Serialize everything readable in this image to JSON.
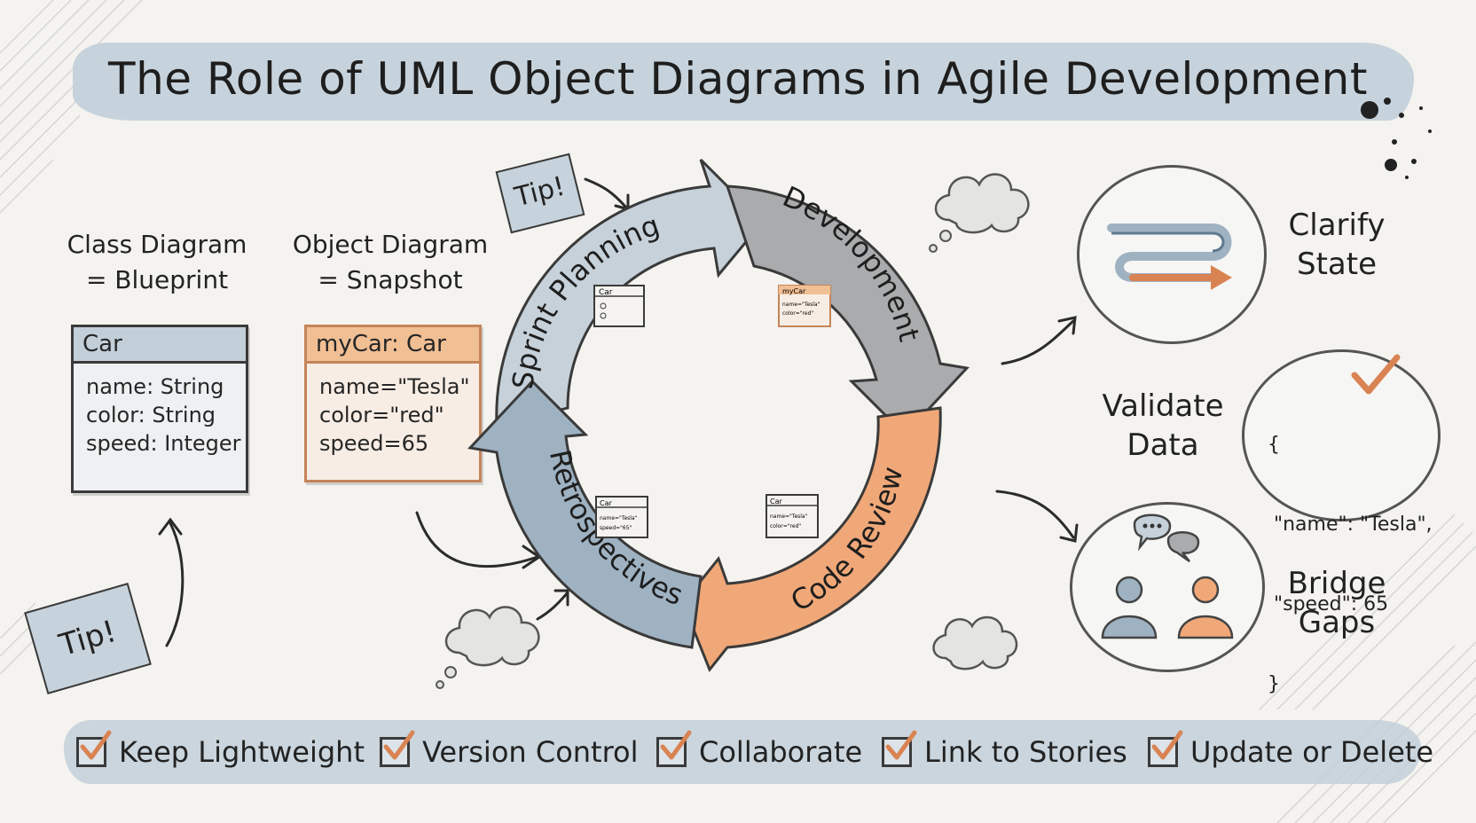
{
  "title": "The Role of UML Object Diagrams in Agile Development",
  "class_section": {
    "caption_line1": "Class Diagram",
    "caption_line2": "= Blueprint",
    "box_name": "Car",
    "attributes": [
      "name: String",
      "color: String",
      "speed: Integer"
    ]
  },
  "object_section": {
    "caption_line1": "Object Diagram",
    "caption_line2": "= Snapshot",
    "box_name": "myCar: Car",
    "attributes": [
      "name=\"Tesla\"",
      "color=\"red\"",
      "speed=65"
    ]
  },
  "tip_notes": [
    "Tip!",
    "Tip!"
  ],
  "cycle": {
    "stages": [
      "Sprint Planning",
      "Development",
      "Code Review",
      "Retrospectives"
    ],
    "mini_cards": {
      "planning": {
        "title": "Car"
      },
      "development": {
        "title": "myCar",
        "line1": "name=\"Tesla\"",
        "line2": "color=\"red\""
      },
      "review": {
        "title": "Car",
        "line1": "name=\"Tesla\"",
        "line2": "color=\"red\""
      },
      "retro": {
        "title": "Car",
        "line1": "name=\"Tesla\"",
        "line2": "speed=\"65\""
      }
    }
  },
  "benefits": {
    "clarify": {
      "line1": "Clarify",
      "line2": "State"
    },
    "validate": {
      "line1": "Validate",
      "line2": "Data",
      "json_lines": [
        "{",
        " \"name\": \"Tesla\",",
        " \"speed\": 65",
        "}"
      ]
    },
    "bridge": {
      "line1": "Bridge",
      "line2": "Gaps"
    }
  },
  "checklist": [
    "Keep Lightweight",
    "Version Control",
    "Collaborate",
    "Link to Stories",
    "Update or Delete"
  ],
  "colors": {
    "blue": "#c2cfd9",
    "blue_dark": "#8fa5b8",
    "gray": "#a9abad",
    "orange": "#f1a878",
    "orange_dark": "#d98353",
    "ink": "#262626",
    "paper": "#f4f3ef"
  }
}
